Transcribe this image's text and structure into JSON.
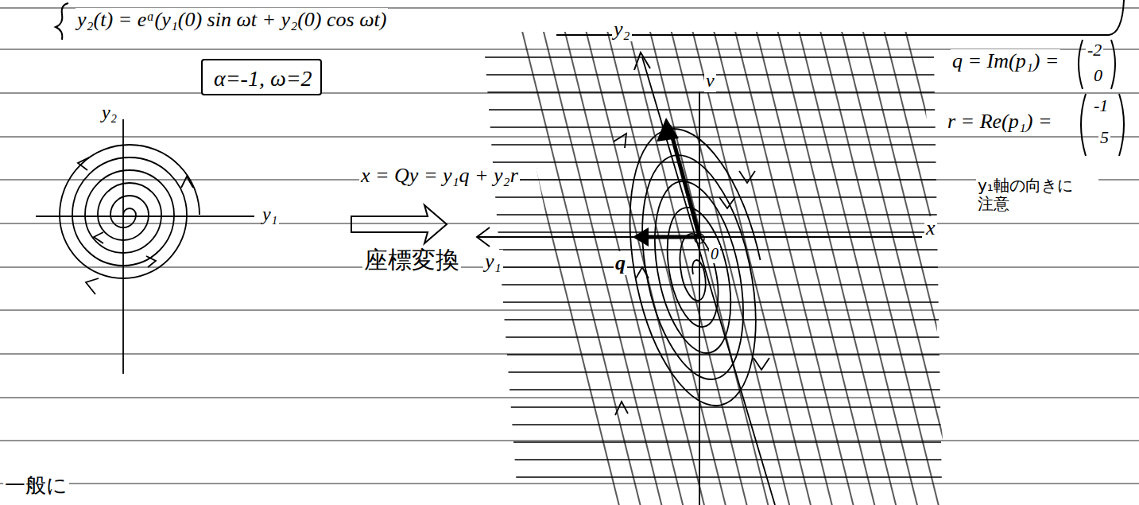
{
  "diagram": {
    "nodes": [
      {
        "text": [
          "α=-1, ω=2"
        ]
      }
    ],
    "labels": [
      "y₂(t) = eᵅ(y₁(0) sin ωt + y₂(0) cos ωt)",
      "y₂",
      "y₁",
      "x = Qy = y₁q + y₂r",
      "座標変換",
      "y₂",
      "v",
      "y₁",
      "q",
      "0",
      "x",
      "q = Im(p₁) =",
      "-2",
      "0",
      "r = Re(p₁) =",
      "-1",
      "5",
      "y₁軸の向きに 注意",
      "一般に"
    ]
  }
}
